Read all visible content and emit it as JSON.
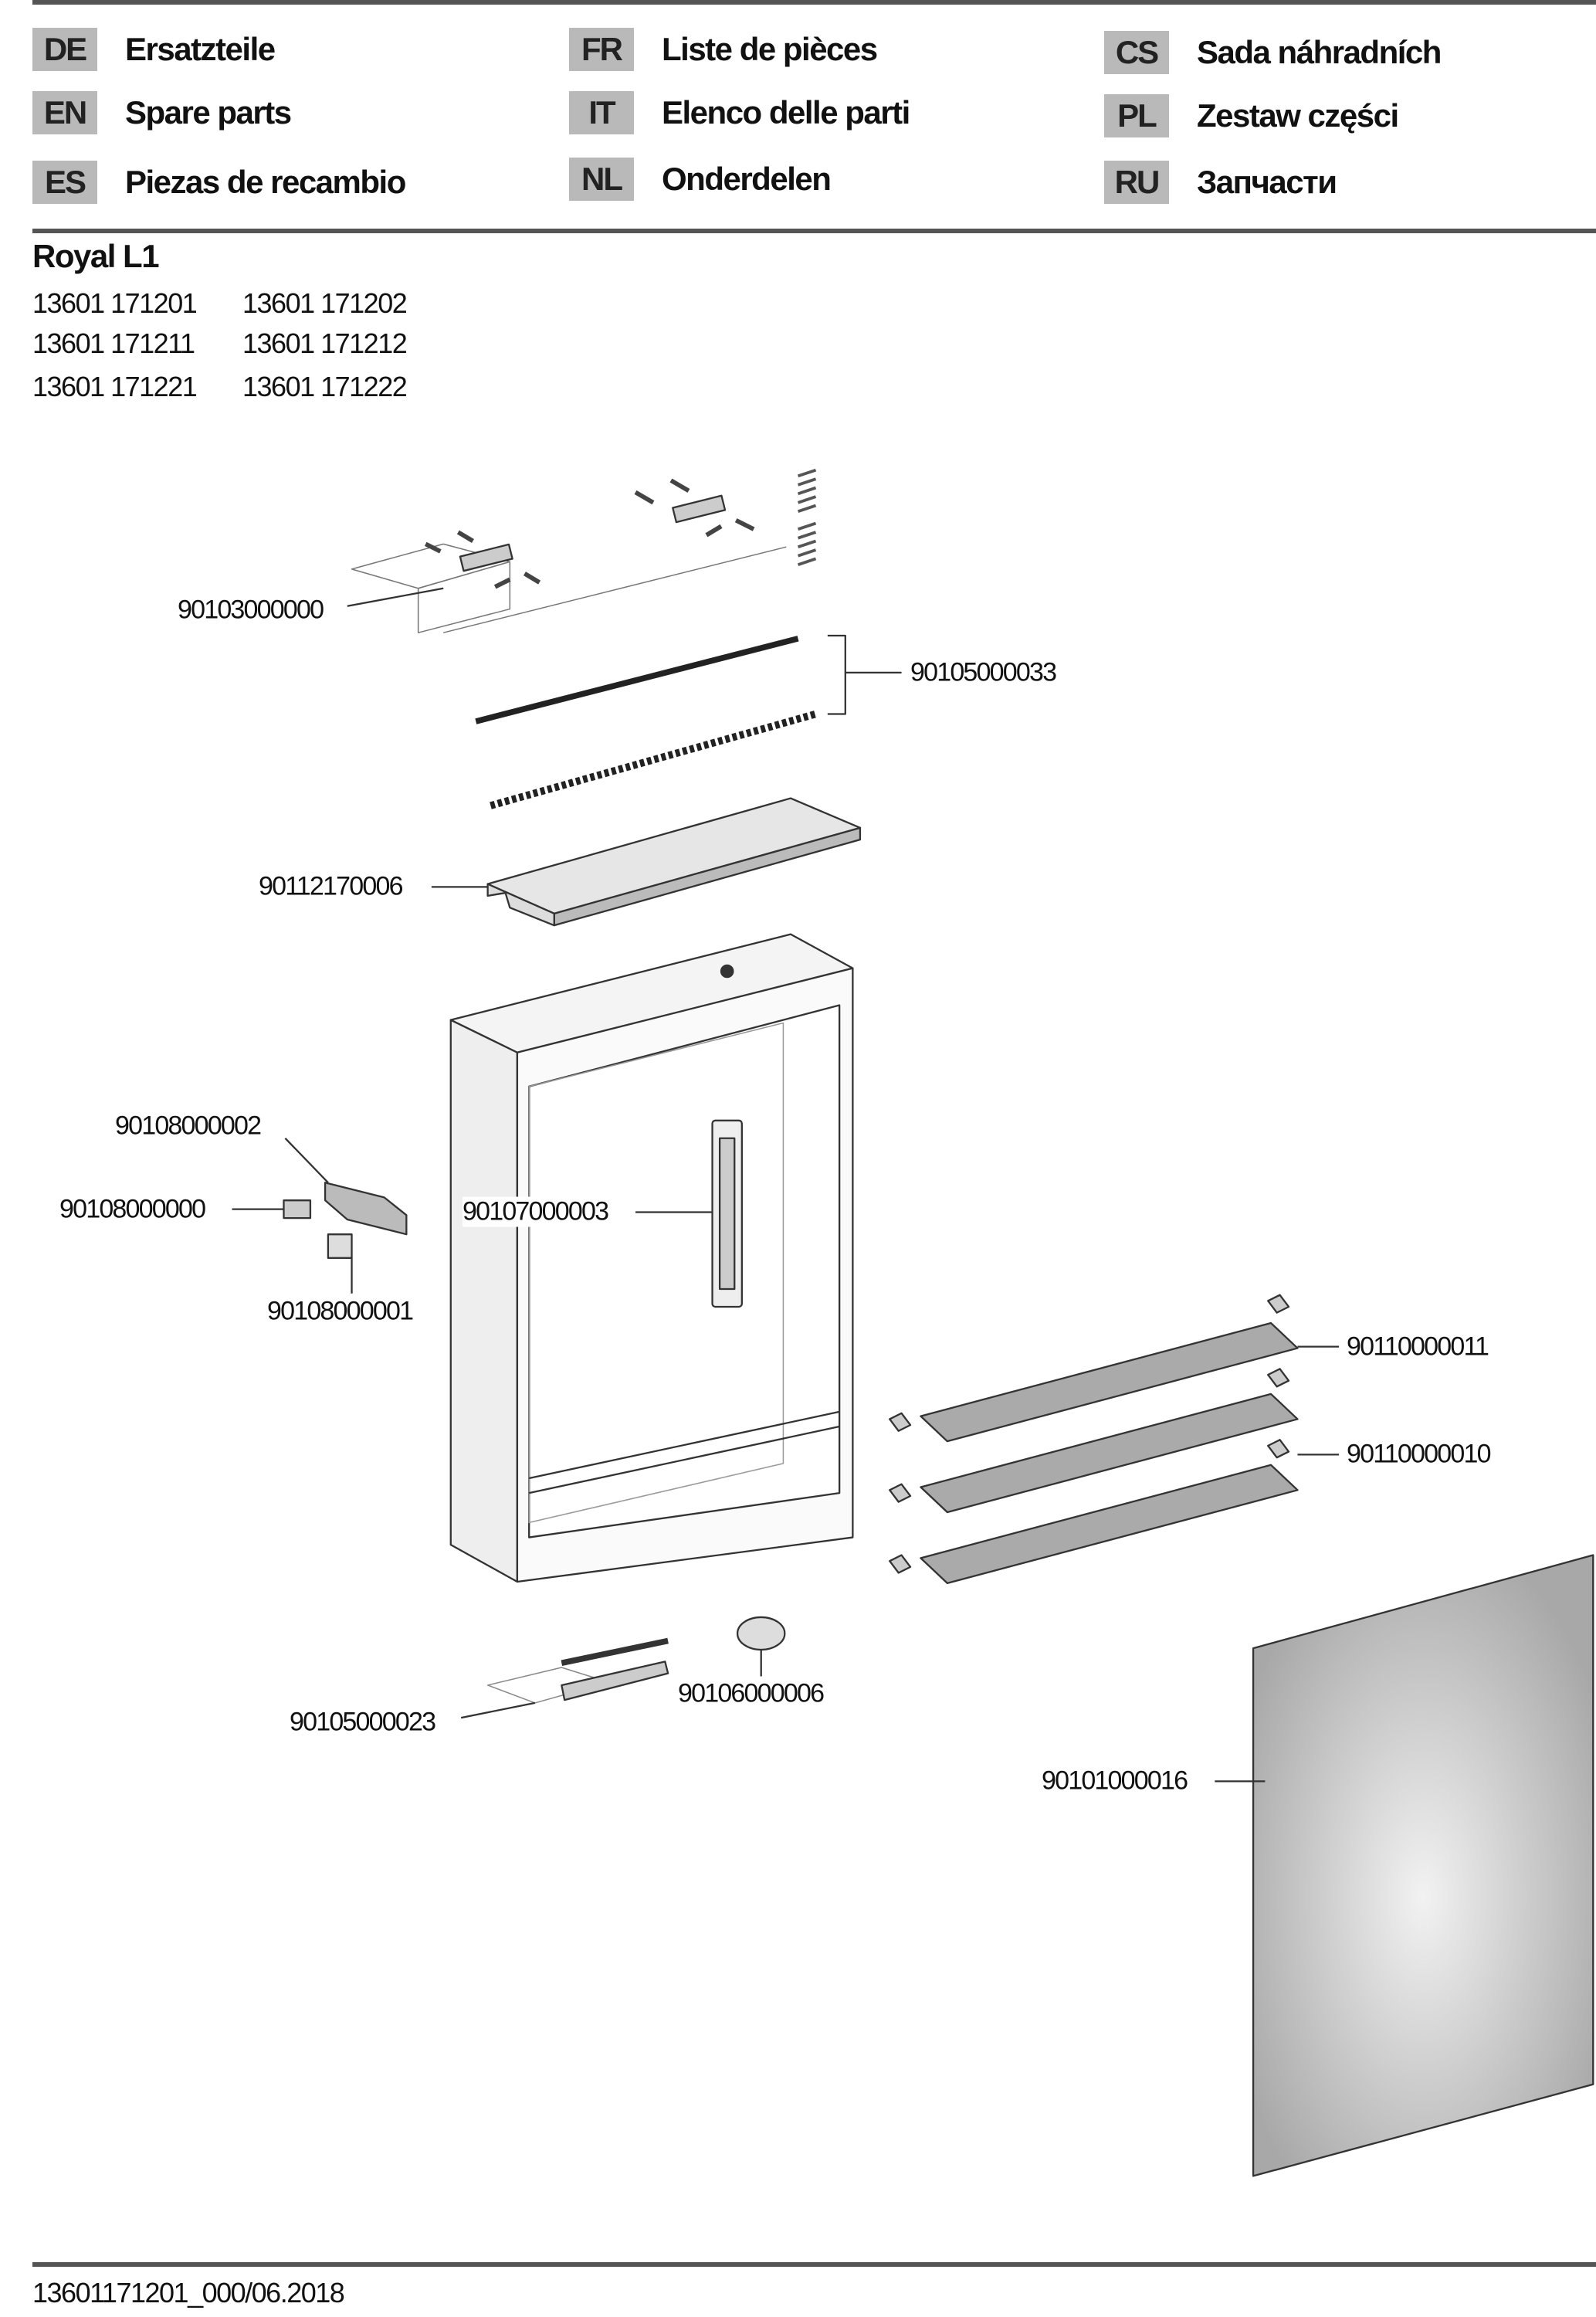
{
  "languages": [
    {
      "code": "DE",
      "label": "Ersatzteile"
    },
    {
      "code": "EN",
      "label": "Spare parts"
    },
    {
      "code": "ES",
      "label": "Piezas de recambio"
    },
    {
      "code": "FR",
      "label": "Liste de pièces"
    },
    {
      "code": "IT",
      "label": "Elenco delle parti"
    },
    {
      "code": "NL",
      "label": "Onderdelen"
    },
    {
      "code": "CS",
      "label": "Sada náhradních"
    },
    {
      "code": "PL",
      "label": "Zestaw części"
    },
    {
      "code": "RU",
      "label": "Запчасти"
    }
  ],
  "product": {
    "title": "Royal L1",
    "article_numbers": [
      "13601 171201",
      "13601 171202",
      "13601 171211",
      "13601 171212",
      "13601 171221",
      "13601 171222"
    ]
  },
  "parts": {
    "mounting_kit": "90103000000",
    "led_strips": "90105000033",
    "top_cover": "90112170006",
    "latch_assembly": "90108000002",
    "latch_clip": "90108000000",
    "handle": "90107000003",
    "latch_bracket": "90108000001",
    "shelf_top": "90110000011",
    "shelves": "90110000010",
    "bottom_light": "90105000023",
    "switch_knob": "90106000006",
    "mirror_door": "90101000016"
  },
  "footer": {
    "doc_id": "13601171201_000/06.2018"
  }
}
